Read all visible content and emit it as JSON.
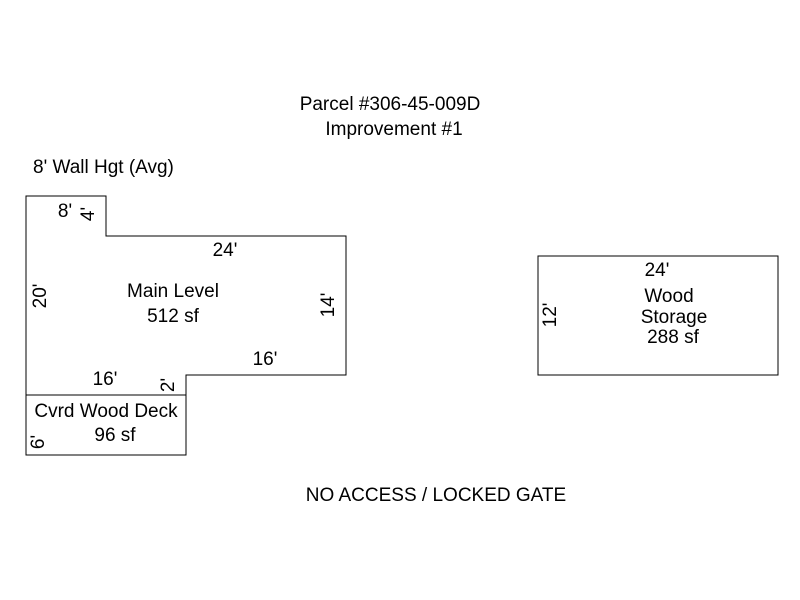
{
  "header": {
    "title": "Parcel #306-45-009D",
    "subtitle": "Improvement #1"
  },
  "wall_height_note": "8' Wall Hgt (Avg)",
  "main_level": {
    "name": "Main Level",
    "area": "512 sf",
    "dims": {
      "top_short": "8'",
      "notch_height": "4'",
      "top_long": "24'",
      "left": "20'",
      "right": "14'",
      "bottom_right": "16'",
      "bottom_left": "16'",
      "step": "2'"
    }
  },
  "deck": {
    "name": "Cvrd Wood Deck",
    "area": "96 sf",
    "dims": {
      "left": "6'"
    }
  },
  "storage": {
    "name_line1": "Wood",
    "name_line2": "Storage",
    "area": "288 sf",
    "dims": {
      "top": "24'",
      "left": "12'"
    }
  },
  "footer_note": "NO ACCESS / LOCKED GATE",
  "colors": {
    "line": "#000000",
    "background": "#ffffff"
  }
}
